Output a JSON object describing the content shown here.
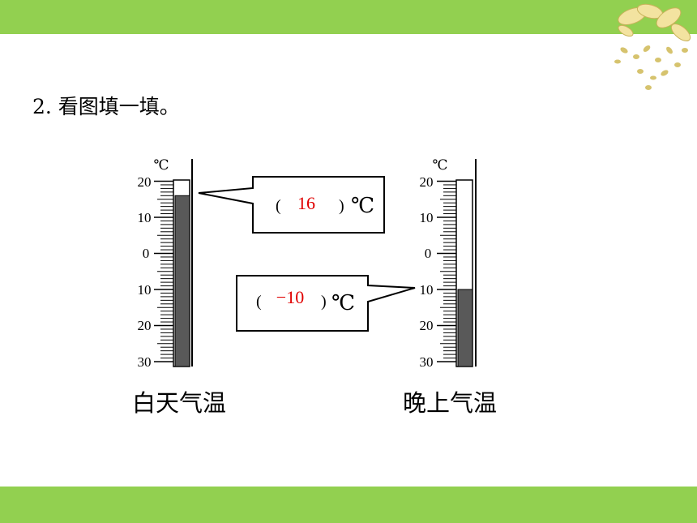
{
  "question": "2. 看图填一填。",
  "unit": "℃",
  "day": {
    "caption": "白天气温",
    "reading": 16,
    "answer": "16",
    "scale": [
      "20",
      "10",
      "0",
      "10",
      "20",
      "30"
    ]
  },
  "night": {
    "caption": "晚上气温",
    "reading": -10,
    "answer": "−10",
    "scale": [
      "20",
      "10",
      "0",
      "10",
      "20",
      "30"
    ]
  },
  "bracket_open": "(",
  "bracket_close": ")",
  "colors": {
    "band": "#92d050",
    "answer": "#e00000",
    "mercury": "#595959"
  }
}
